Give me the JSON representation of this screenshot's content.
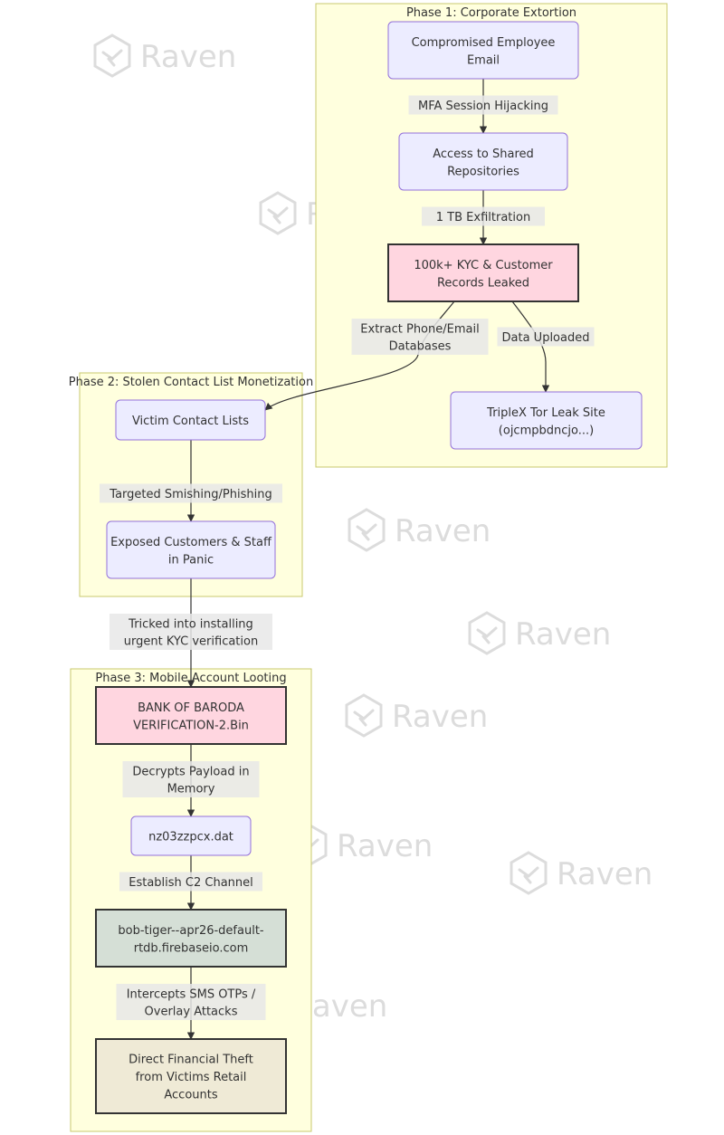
{
  "colors": {
    "cluster_fill": "#ffffde",
    "cluster_stroke": "#c8c86e",
    "node_default_fill": "#ececff",
    "node_default_stroke": "#9370db",
    "node_alert_fill": "#ffd6e0",
    "node_c2_fill": "#d5dfd6",
    "node_theft_fill": "#efead6",
    "node_dark_stroke": "#333333",
    "edge": "#333333",
    "edge_label_bg": "#e8e8e8",
    "watermark": "#dcdcdc"
  },
  "watermark": {
    "text": "Raven",
    "icon": "raven-logo-icon"
  },
  "clusters": [
    {
      "id": "phase1",
      "title": "Phase 1: Corporate Extortion"
    },
    {
      "id": "phase2",
      "title": "Phase 2: Stolen Contact List Monetization"
    },
    {
      "id": "phase3",
      "title": "Phase 3: Mobile Account Looting"
    }
  ],
  "nodes": [
    {
      "id": "email",
      "lines": [
        "Compromised Employee",
        "Email"
      ],
      "style": "default"
    },
    {
      "id": "repos",
      "lines": [
        "Access to Shared",
        "Repositories"
      ],
      "style": "default"
    },
    {
      "id": "kyc",
      "lines": [
        "100k+ KYC & Customer",
        "Records Leaked"
      ],
      "style": "alert"
    },
    {
      "id": "tor",
      "lines": [
        "TripleX Tor Leak Site",
        "(ojcmpbdncjo...)"
      ],
      "style": "default"
    },
    {
      "id": "contacts",
      "lines": [
        "Victim Contact Lists"
      ],
      "style": "default"
    },
    {
      "id": "panic",
      "lines": [
        "Exposed Customers & Staff",
        "in Panic"
      ],
      "style": "default"
    },
    {
      "id": "apk",
      "lines": [
        "BANK OF BARODA",
        "VERIFICATION-2.Bin"
      ],
      "style": "alert"
    },
    {
      "id": "dat",
      "lines": [
        "nz03zzpcx.dat"
      ],
      "style": "default"
    },
    {
      "id": "c2",
      "lines": [
        "bob-tiger--apr26-default-",
        "rtdb.firebaseio.com"
      ],
      "style": "c2"
    },
    {
      "id": "theft",
      "lines": [
        "Direct Financial Theft",
        "from Victims Retail",
        "Accounts"
      ],
      "style": "theft"
    }
  ],
  "edges": [
    {
      "from": "email",
      "to": "repos",
      "label": [
        "MFA Session Hijacking"
      ]
    },
    {
      "from": "repos",
      "to": "kyc",
      "label": [
        "1 TB Exfiltration"
      ]
    },
    {
      "from": "kyc",
      "to": "contacts",
      "label": [
        "Extract Phone/Email",
        "Databases"
      ]
    },
    {
      "from": "kyc",
      "to": "tor",
      "label": [
        "Data Uploaded"
      ]
    },
    {
      "from": "contacts",
      "to": "panic",
      "label": [
        "Targeted Smishing/Phishing"
      ]
    },
    {
      "from": "panic",
      "to": "apk",
      "label": [
        "Tricked into installing",
        "urgent KYC verification"
      ]
    },
    {
      "from": "apk",
      "to": "dat",
      "label": [
        "Decrypts Payload in",
        "Memory"
      ]
    },
    {
      "from": "dat",
      "to": "c2",
      "label": [
        "Establish C2 Channel"
      ]
    },
    {
      "from": "c2",
      "to": "theft",
      "label": [
        "Intercepts SMS OTPs /",
        "Overlay Attacks"
      ]
    }
  ]
}
